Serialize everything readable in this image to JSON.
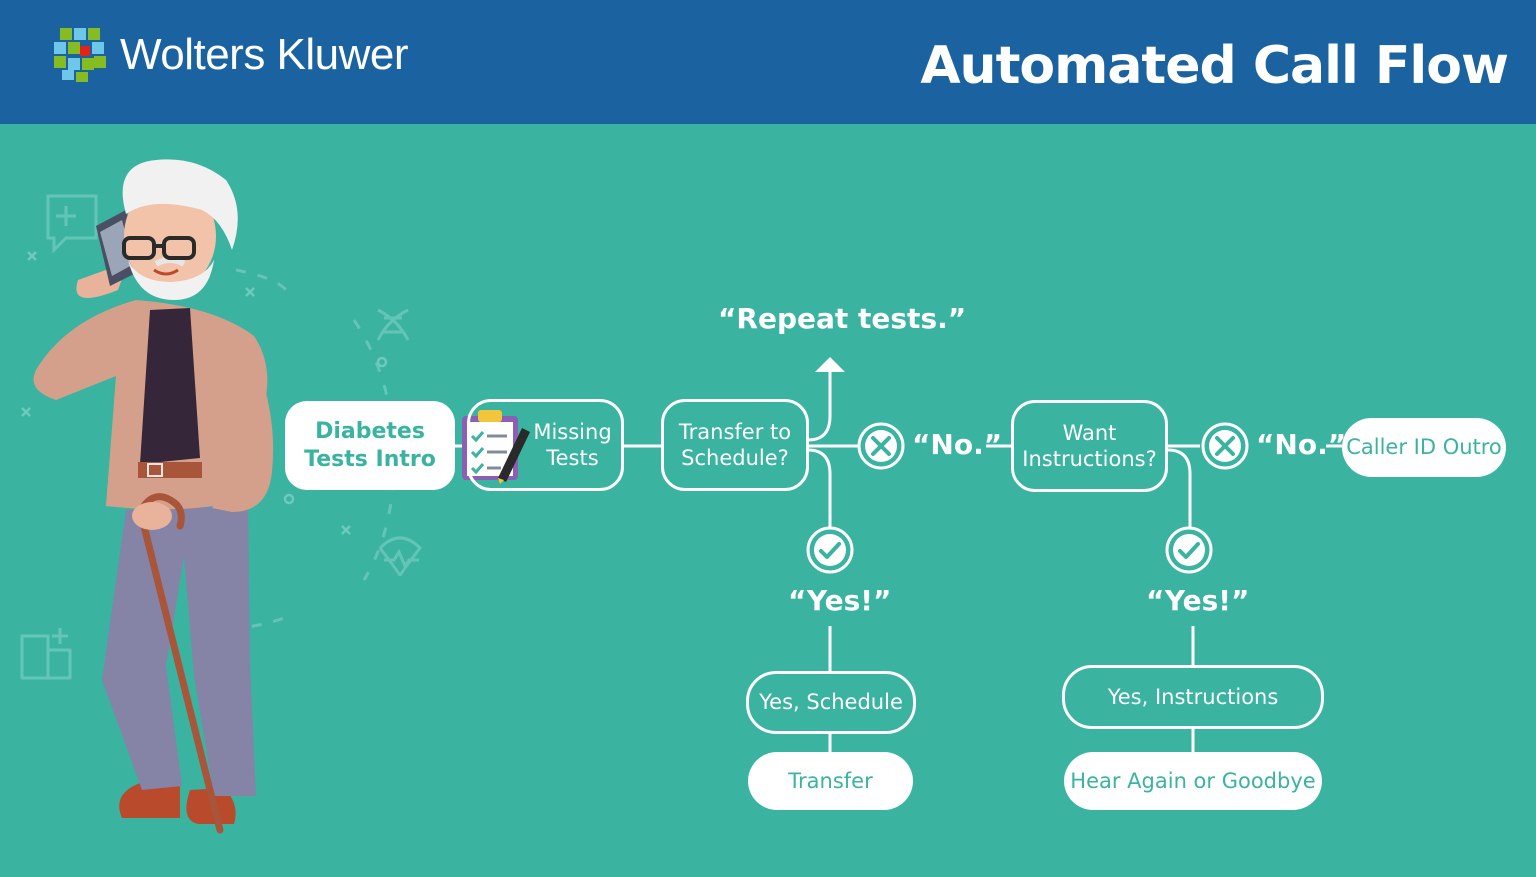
{
  "header": {
    "brand": "Wolters Kluwer",
    "title": "Automated Call Flow"
  },
  "nodes": {
    "intro": "Diabetes Tests Intro",
    "missing_tests": "Missing Tests",
    "transfer_to_schedule": "Transfer to Schedule?",
    "want_instructions": "Want Instructions?",
    "caller_id_outro": "Caller ID Outro",
    "yes_schedule": "Yes, Schedule",
    "transfer": "Transfer",
    "yes_instructions": "Yes, Instructions",
    "hear_again_or_goodbye": "Hear Again or Goodbye"
  },
  "responses": {
    "repeat_tests": "“Repeat tests.”",
    "no_1": "“No.”",
    "no_2": "“No.”",
    "yes_1": "“Yes!”",
    "yes_2": "“Yes!”"
  },
  "colors": {
    "header_bg": "#1b63a0",
    "canvas_bg": "#3ab3a1",
    "node_line": "#ffffff"
  },
  "icons": [
    "wolters-kluwer-logo-icon",
    "clipboard-checklist-icon",
    "x-circle-icon",
    "check-circle-icon",
    "arrow-up-icon",
    "elderly-man-phone-illustration"
  ]
}
